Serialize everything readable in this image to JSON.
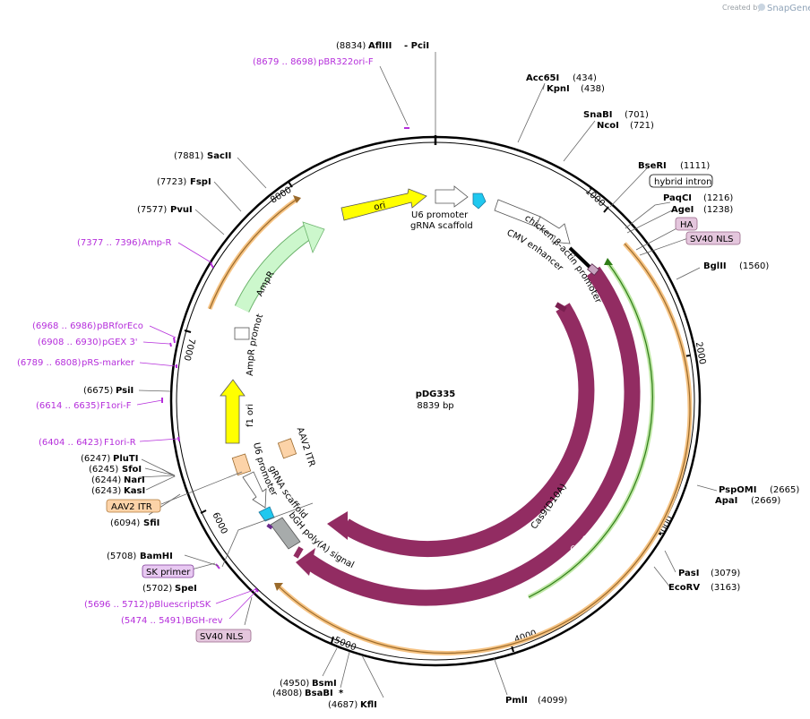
{
  "header": {
    "created_by": "Created by",
    "brand": "SnapGene"
  },
  "plasmid": {
    "name": "pDG335",
    "size": "8839 bp"
  },
  "ticks": [
    "1000",
    "2000",
    "3000",
    "4000",
    "5000",
    "6000",
    "7000",
    "8000"
  ],
  "enzymes": {
    "afliii_pos": "(8834)",
    "afliii": "AflIII",
    "pcii": "- PciI",
    "acc65i": "Acc65I",
    "acc65i_pos": "(434)",
    "kpni": "KpnI",
    "kpni_pos": "(438)",
    "snabi": "SnaBI",
    "snabi_pos": "(701)",
    "ncoi": "NcoI",
    "ncoi_pos": "(721)",
    "bseri": "BseRI",
    "bseri_pos": "(1111)",
    "paqci": "PaqCI",
    "paqci_pos": "(1216)",
    "agei": "AgeI",
    "agei_pos": "(1238)",
    "bglii": "BglII",
    "bglii_pos": "(1560)",
    "pspomi": "PspOMI",
    "pspomi_pos": "(2665)",
    "apai": "ApaI",
    "apai_pos": "(2669)",
    "pasi": "PasI",
    "pasi_pos": "(3079)",
    "ecorv": "EcoRV",
    "ecorv_pos": "(3163)",
    "pmli": "PmlI",
    "pmli_pos": "(4099)",
    "kfli": "KflI",
    "kfli_pos": "(4687)",
    "bsabi": "BsaBI",
    "bsabi_star": "*",
    "bsabi_pos": "(4808)",
    "bsmi": "BsmI",
    "bsmi_pos": "(4950)",
    "spei": "SpeI",
    "spei_pos": "(5702)",
    "bamhi": "BamHI",
    "bamhi_pos": "(5708)",
    "sfii": "SfiI",
    "sfii_pos": "(6094)",
    "kasi": "KasI",
    "kasi_pos": "(6243)",
    "nari": "NarI",
    "nari_pos": "(6244)",
    "sfoi": "SfoI",
    "sfoi_pos": "(6245)",
    "pluti": "PluTI",
    "pluti_pos": "(6247)",
    "psii": "PsiI",
    "psii_pos": "(6675)",
    "pvui": "PvuI",
    "pvui_pos": "(7577)",
    "fspi": "FspI",
    "fspi_pos": "(7723)",
    "sacii": "SacII",
    "sacii_pos": "(7881)"
  },
  "primers": {
    "pbr322": "pBR322ori-F",
    "pbr322_pos": "(8679 .. 8698)",
    "ampr": "Amp-R",
    "ampr_pos": "(7377 .. 7396)",
    "pbrforeco": "pBRforEco",
    "pbrforeco_pos": "(6968 .. 6986)",
    "pgex3": "pGEX 3'",
    "pgex3_pos": "(6908 .. 6930)",
    "prs": "pRS-marker",
    "prs_pos": "(6789 .. 6808)",
    "f1orif": "F1ori-F",
    "f1orif_pos": "(6614 .. 6635)",
    "f1orir": "F1ori-R",
    "f1orir_pos": "(6404 .. 6423)",
    "pbluescriptsk": "pBluescriptSK",
    "pbluescriptsk_pos": "(5696 .. 5712)",
    "bghrev": "BGH-rev",
    "bghrev_pos": "(5474 .. 5491)"
  },
  "boxed": {
    "hybrid_intron": "hybrid intron",
    "ha": "HA",
    "sv40_nls_top": "SV40 NLS",
    "aav2_itr": "AAV2 ITR",
    "sk_primer": "SK primer",
    "sv40_nls_bottom": "SV40 NLS"
  },
  "features": {
    "ori": "ori",
    "u6_promoter_top": "U6 promoter",
    "grna_top": "gRNA scaffold",
    "chicken_actin": "chicken β-actin promoter",
    "cmv": "CMV enhancer",
    "ampr": "AmpR",
    "ampr_promoter": "AmpR promoter",
    "f1_ori": "f1 ori",
    "aav2_itr": "AAV2 ITR",
    "u6_promoter_bottom": "U6 promoter",
    "grna_bottom": "gRNA scaffold",
    "bgh": "bGH poly(A) signal",
    "cas9_d10a": "Cas9(D10A)",
    "cas9": "Cas9"
  },
  "colors": {
    "cas9": "#922c62",
    "ori": "#ffff00",
    "ampr": "#ccf7cc",
    "aav2": "#fcd3a8",
    "bgh": "#a7abab",
    "grna": "#1fc8ef",
    "primer": "#b52edb",
    "orange_band": "#f6c383",
    "green_band": "#7ed35b",
    "boxed_pink": "#e4c6dd"
  }
}
